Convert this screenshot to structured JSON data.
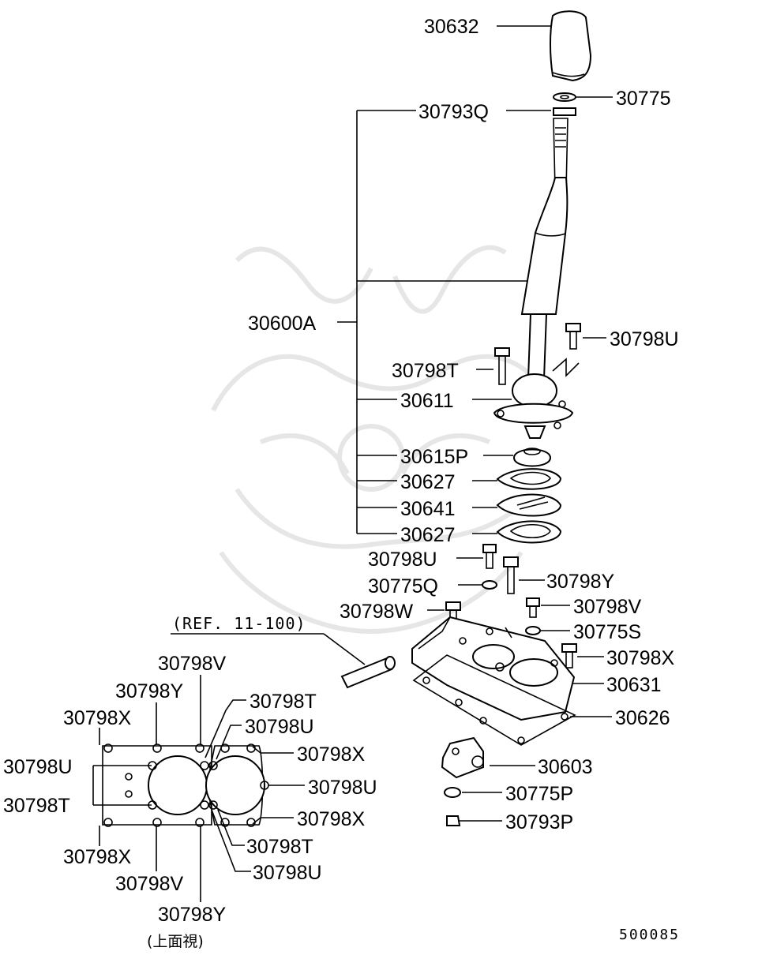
{
  "labels": {
    "knob": "30632",
    "washer_top": "30775",
    "nut_top": "30793Q",
    "lever_assy": "30600A",
    "bolt_u_top": "30798U",
    "bolt_t_top": "30798T",
    "housing": "30611",
    "seal": "30615P",
    "gasket_a": "30627",
    "plate": "30641",
    "gasket_b": "30627",
    "bolt_u_mid": "30798U",
    "bolt_y_mid": "30798Y",
    "washer_q": "30775Q",
    "bolt_v_mid": "30798V",
    "bolt_w": "30798W",
    "washer_s": "30775S",
    "bolt_x_mid": "30798X",
    "cover": "30631",
    "gasket_c": "30626",
    "bracket": "30603",
    "washer_p": "30775P",
    "nut_p": "30793P"
  },
  "plan_view": {
    "ref_note": "(REF. 11-100)",
    "top_v": "30798V",
    "top_y": "30798Y",
    "top_x": "30798X",
    "left_u": "30798U",
    "left_t": "30798T",
    "bottom_x": "30798X",
    "bottom_v": "30798V",
    "bottom_y": "30798Y",
    "right_t_top": "30798T",
    "right_u_top": "30798U",
    "right_x_top": "30798X",
    "right_u_mid": "30798U",
    "right_x_bot": "30798X",
    "right_t_bot": "30798T",
    "right_u_bot": "30798U",
    "caption": "(上面視)"
  },
  "figure_code": "500085"
}
